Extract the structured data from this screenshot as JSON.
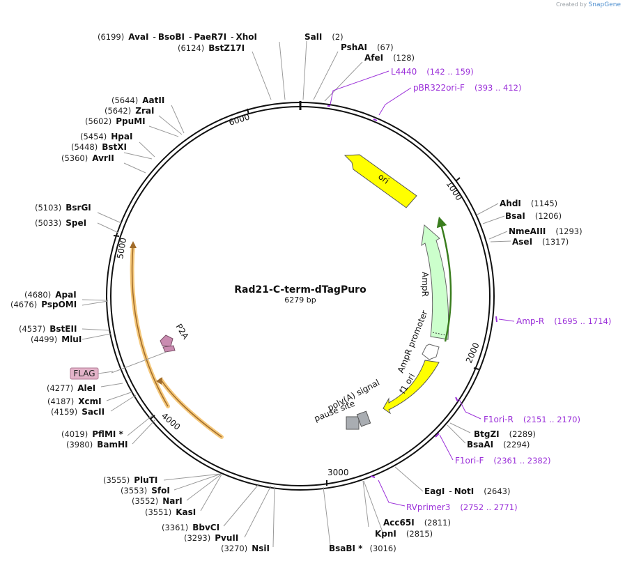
{
  "brand": {
    "prefix": "Created by",
    "name": "SnapGene"
  },
  "plasmid": {
    "name": "Rad21-C-term-dTagPuro",
    "length": "6279 bp"
  },
  "ticks": [
    {
      "label": "1000",
      "bp": 1000
    },
    {
      "label": "2000",
      "bp": 2000
    },
    {
      "label": "3000",
      "bp": 3000
    },
    {
      "label": "4000",
      "bp": 4000
    },
    {
      "label": "5000",
      "bp": 5000
    },
    {
      "label": "6000",
      "bp": 6000
    }
  ],
  "sites": [
    {
      "id": "aval-group",
      "pos": "(6199)",
      "parts": [
        "AvaI",
        "-",
        "BsoBI",
        "-",
        "PaeR7I",
        "-",
        "XhoI"
      ]
    },
    {
      "id": "bstz17i",
      "pos": "(6124)",
      "parts": [
        "BstZ17I"
      ]
    },
    {
      "id": "sali",
      "pos": "(2)",
      "parts": [
        "SalI"
      ]
    },
    {
      "id": "pshai",
      "pos": "(67)",
      "parts": [
        "PshAI"
      ]
    },
    {
      "id": "afei",
      "pos": "(128)",
      "parts": [
        "AfeI"
      ]
    },
    {
      "id": "aatii",
      "pos": "(5644)",
      "parts": [
        "AatII"
      ]
    },
    {
      "id": "zrai",
      "pos": "(5642)",
      "parts": [
        "ZraI"
      ]
    },
    {
      "id": "ppumi",
      "pos": "(5602)",
      "parts": [
        "PpuMI"
      ]
    },
    {
      "id": "hpai",
      "pos": "(5454)",
      "parts": [
        "HpaI"
      ]
    },
    {
      "id": "bstxi",
      "pos": "(5448)",
      "parts": [
        "BstXI"
      ]
    },
    {
      "id": "avrii",
      "pos": "(5360)",
      "parts": [
        "AvrII"
      ]
    },
    {
      "id": "bsrgi",
      "pos": "(5103)",
      "parts": [
        "BsrGI"
      ]
    },
    {
      "id": "spei",
      "pos": "(5033)",
      "parts": [
        "SpeI"
      ]
    },
    {
      "id": "apai",
      "pos": "(4680)",
      "parts": [
        "ApaI"
      ]
    },
    {
      "id": "psppomi",
      "pos": "(4676)",
      "parts": [
        "PspOMI"
      ]
    },
    {
      "id": "bsteii",
      "pos": "(4537)",
      "parts": [
        "BstEII"
      ]
    },
    {
      "id": "mlui",
      "pos": "(4499)",
      "parts": [
        "MluI"
      ]
    },
    {
      "id": "alei",
      "pos": "(4277)",
      "parts": [
        "AleI"
      ]
    },
    {
      "id": "xcmi",
      "pos": "(4187)",
      "parts": [
        "XcmI"
      ]
    },
    {
      "id": "sacii",
      "pos": "(4159)",
      "parts": [
        "SacII"
      ]
    },
    {
      "id": "pflmi",
      "pos": "(4019)",
      "parts": [
        "PflMI *"
      ]
    },
    {
      "id": "bamhi",
      "pos": "(3980)",
      "parts": [
        "BamHI"
      ]
    },
    {
      "id": "pluti",
      "pos": "(3555)",
      "parts": [
        "PluTI"
      ]
    },
    {
      "id": "sfoi",
      "pos": "(3553)",
      "parts": [
        "SfoI"
      ]
    },
    {
      "id": "nari",
      "pos": "(3552)",
      "parts": [
        "NarI"
      ]
    },
    {
      "id": "kasi",
      "pos": "(3551)",
      "parts": [
        "KasI"
      ]
    },
    {
      "id": "bbvci",
      "pos": "(3361)",
      "parts": [
        "BbvCI"
      ]
    },
    {
      "id": "pvuii",
      "pos": "(3293)",
      "parts": [
        "PvuII"
      ]
    },
    {
      "id": "nsii",
      "pos": "(3270)",
      "parts": [
        "NsiI"
      ]
    },
    {
      "id": "bsabi",
      "pos": "(3016)",
      "parts": [
        "BsaBI *"
      ]
    },
    {
      "id": "ahdi",
      "pos": "(1145)",
      "parts": [
        "AhdI"
      ]
    },
    {
      "id": "bsai",
      "pos": "(1206)",
      "parts": [
        "BsaI"
      ]
    },
    {
      "id": "nmeaiii",
      "pos": "(1293)",
      "parts": [
        "NmeAIII"
      ]
    },
    {
      "id": "asei",
      "pos": "(1317)",
      "parts": [
        "AseI"
      ]
    },
    {
      "id": "btgzi",
      "pos": "(2289)",
      "parts": [
        "BtgZI"
      ]
    },
    {
      "id": "bsaai",
      "pos": "(2294)",
      "parts": [
        "BsaAI"
      ]
    },
    {
      "id": "eagi-noti",
      "pos": "(2643)",
      "parts": [
        "EagI",
        "-",
        "NotI"
      ]
    },
    {
      "id": "acc65i",
      "pos": "(2811)",
      "parts": [
        "Acc65I"
      ]
    },
    {
      "id": "kpni",
      "pos": "(2815)",
      "parts": [
        "KpnI"
      ]
    }
  ],
  "primers": [
    {
      "id": "l4440",
      "name": "L4440",
      "range": "(142 .. 159)"
    },
    {
      "id": "pbr322ori-f",
      "name": "pBR322ori-F",
      "range": "(393 .. 412)"
    },
    {
      "id": "amp-r",
      "name": "Amp-R",
      "range": "(1695 .. 1714)"
    },
    {
      "id": "f1ori-r",
      "name": "F1ori-R",
      "range": "(2151 .. 2170)"
    },
    {
      "id": "f1ori-f",
      "name": "F1ori-F",
      "range": "(2361 .. 2382)"
    },
    {
      "id": "rvprimer3",
      "name": "RVprimer3",
      "range": "(2752 .. 2771)"
    }
  ],
  "features": {
    "ori": "ori",
    "ampr": "AmpR",
    "ampr_promoter": "AmpR promoter",
    "f1_ori": "f1 ori",
    "polya_signal": "poly(A) signal",
    "pause_site": "pause site",
    "p2a": "P2A",
    "flag": "FLAG"
  },
  "colors": {
    "backbone": "#111111",
    "ori": "#ffff00",
    "ampr": "#ccffcc",
    "primer": "#9b30d9",
    "orf_glow": "#f5c87a",
    "p2a": "#c98bb0",
    "flag": "#e3b3c9",
    "pause_site": "#a9adb2"
  }
}
